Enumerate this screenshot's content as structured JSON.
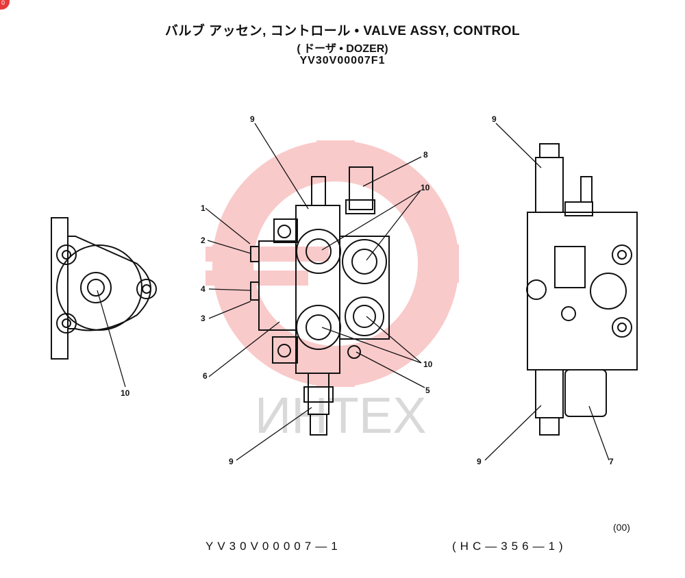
{
  "header": {
    "title_line1": "バルブ アッセン, コントロール  •  VALVE ASSY, CONTROL",
    "title_line2": "( ドーザ • DOZER)",
    "title_line3": "YV30V00007F1"
  },
  "footer": {
    "part_code": "YV30V00007—1",
    "reference": "(HC—356—1)",
    "revision": "(00)",
    "corner_mark": "0"
  },
  "watermark": {
    "text": "ИНТЕХ",
    "color": "#f28c8c"
  },
  "callouts": {
    "c1": "1",
    "c2": "2",
    "c3": "3",
    "c4": "4",
    "c5": "5",
    "c6": "6",
    "c7": "7",
    "c8": "8",
    "c9_top_mid": "9",
    "c9_bottom_mid": "9",
    "c9_top_right": "9",
    "c9_bottom_right": "9",
    "c10_left": "10",
    "c10_top": "10",
    "c10_bottom": "10"
  }
}
